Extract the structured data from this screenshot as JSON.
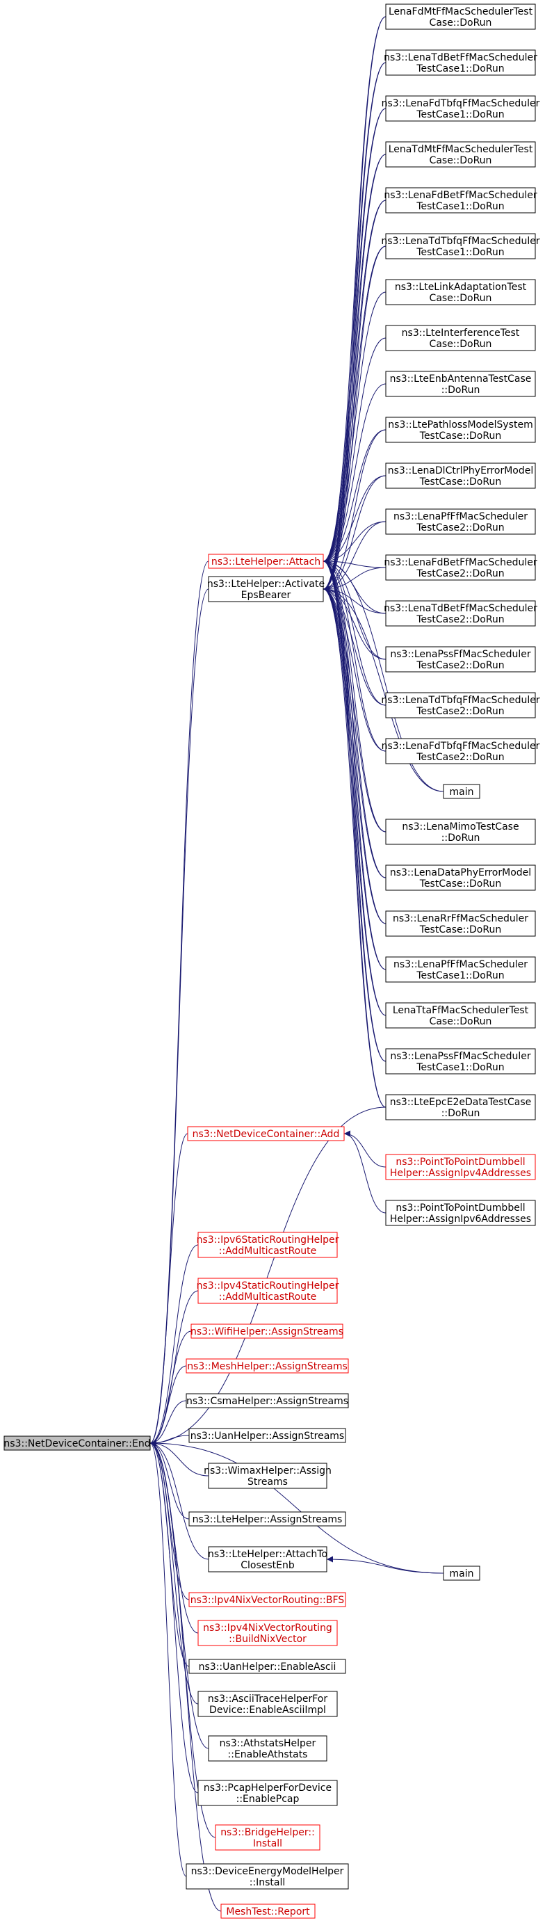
{
  "nodes": [
    {
      "id": "root",
      "lines": [
        "ns3::NetDeviceContainer::End"
      ],
      "kind": "root"
    },
    {
      "id": "attach",
      "lines": [
        "ns3::LteHelper::Attach"
      ],
      "kind": "red"
    },
    {
      "id": "activate",
      "lines": [
        "ns3::LteHelper::Activate",
        "EpsBearer"
      ],
      "kind": "normal"
    },
    {
      "id": "t1",
      "lines": [
        "LenaFdMtFfMacSchedulerTest",
        "Case::DoRun"
      ],
      "kind": "normal"
    },
    {
      "id": "t2",
      "lines": [
        "ns3::LenaTdBetFfMacScheduler",
        "TestCase1::DoRun"
      ],
      "kind": "normal"
    },
    {
      "id": "t3",
      "lines": [
        "ns3::LenaFdTbfqFfMacScheduler",
        "TestCase1::DoRun"
      ],
      "kind": "normal"
    },
    {
      "id": "t4",
      "lines": [
        "LenaTdMtFfMacSchedulerTest",
        "Case::DoRun"
      ],
      "kind": "normal"
    },
    {
      "id": "t5",
      "lines": [
        "ns3::LenaFdBetFfMacScheduler",
        "TestCase1::DoRun"
      ],
      "kind": "normal"
    },
    {
      "id": "t6",
      "lines": [
        "ns3::LenaTdTbfqFfMacScheduler",
        "TestCase1::DoRun"
      ],
      "kind": "normal"
    },
    {
      "id": "t7",
      "lines": [
        "ns3::LteLinkAdaptationTest",
        "Case::DoRun"
      ],
      "kind": "normal"
    },
    {
      "id": "t8",
      "lines": [
        "ns3::LteInterferenceTest",
        "Case::DoRun"
      ],
      "kind": "normal"
    },
    {
      "id": "t9",
      "lines": [
        "ns3::LteEnbAntennaTestCase",
        "::DoRun"
      ],
      "kind": "normal"
    },
    {
      "id": "t10",
      "lines": [
        "ns3::LtePathlossModelSystem",
        "TestCase::DoRun"
      ],
      "kind": "normal"
    },
    {
      "id": "t11",
      "lines": [
        "ns3::LenaDlCtrlPhyErrorModel",
        "TestCase::DoRun"
      ],
      "kind": "normal"
    },
    {
      "id": "t12",
      "lines": [
        "ns3::LenaPfFfMacScheduler",
        "TestCase2::DoRun"
      ],
      "kind": "normal"
    },
    {
      "id": "t13",
      "lines": [
        "ns3::LenaFdBetFfMacScheduler",
        "TestCase2::DoRun"
      ],
      "kind": "normal"
    },
    {
      "id": "t14",
      "lines": [
        "ns3::LenaTdBetFfMacScheduler",
        "TestCase2::DoRun"
      ],
      "kind": "normal"
    },
    {
      "id": "t15",
      "lines": [
        "ns3::LenaPssFfMacScheduler",
        "TestCase2::DoRun"
      ],
      "kind": "normal"
    },
    {
      "id": "t16",
      "lines": [
        "ns3::LenaTdTbfqFfMacScheduler",
        "TestCase2::DoRun"
      ],
      "kind": "normal"
    },
    {
      "id": "t17",
      "lines": [
        "ns3::LenaFdTbfqFfMacScheduler",
        "TestCase2::DoRun"
      ],
      "kind": "normal"
    },
    {
      "id": "main1",
      "lines": [
        "main"
      ],
      "kind": "normal"
    },
    {
      "id": "t18",
      "lines": [
        "ns3::LenaMimoTestCase",
        "::DoRun"
      ],
      "kind": "normal"
    },
    {
      "id": "t19",
      "lines": [
        "ns3::LenaDataPhyErrorModel",
        "TestCase::DoRun"
      ],
      "kind": "normal"
    },
    {
      "id": "t20",
      "lines": [
        "ns3::LenaRrFfMacScheduler",
        "TestCase::DoRun"
      ],
      "kind": "normal"
    },
    {
      "id": "t21",
      "lines": [
        "ns3::LenaPfFfMacScheduler",
        "TestCase1::DoRun"
      ],
      "kind": "normal"
    },
    {
      "id": "t22",
      "lines": [
        "LenaTtaFfMacSchedulerTest",
        "Case::DoRun"
      ],
      "kind": "normal"
    },
    {
      "id": "t23",
      "lines": [
        "ns3::LenaPssFfMacScheduler",
        "TestCase1::DoRun"
      ],
      "kind": "normal"
    },
    {
      "id": "t24",
      "lines": [
        "ns3::LteEpcE2eDataTestCase",
        "::DoRun"
      ],
      "kind": "normal"
    },
    {
      "id": "ndcadd",
      "lines": [
        "ns3::NetDeviceContainer::Add"
      ],
      "kind": "red"
    },
    {
      "id": "p2p4",
      "lines": [
        "ns3::PointToPointDumbbell",
        "Helper::AssignIpv4Addresses"
      ],
      "kind": "red"
    },
    {
      "id": "p2p6",
      "lines": [
        "ns3::PointToPointDumbbell",
        "Helper::AssignIpv6Addresses"
      ],
      "kind": "normal"
    },
    {
      "id": "ipv6s",
      "lines": [
        "ns3::Ipv6StaticRoutingHelper",
        "::AddMulticastRoute"
      ],
      "kind": "red"
    },
    {
      "id": "ipv4s",
      "lines": [
        "ns3::Ipv4StaticRoutingHelper",
        "::AddMulticastRoute"
      ],
      "kind": "red"
    },
    {
      "id": "wifi",
      "lines": [
        "ns3::WifiHelper::AssignStreams"
      ],
      "kind": "red"
    },
    {
      "id": "mesh",
      "lines": [
        "ns3::MeshHelper::AssignStreams"
      ],
      "kind": "red"
    },
    {
      "id": "csma",
      "lines": [
        "ns3::CsmaHelper::AssignStreams"
      ],
      "kind": "normal"
    },
    {
      "id": "uan",
      "lines": [
        "ns3::UanHelper::AssignStreams"
      ],
      "kind": "normal"
    },
    {
      "id": "wimax",
      "lines": [
        "ns3::WimaxHelper::Assign",
        "Streams"
      ],
      "kind": "normal"
    },
    {
      "id": "lteas",
      "lines": [
        "ns3::LteHelper::AssignStreams"
      ],
      "kind": "normal"
    },
    {
      "id": "attachclosest",
      "lines": [
        "ns3::LteHelper::AttachTo",
        "ClosestEnb"
      ],
      "kind": "normal"
    },
    {
      "id": "main2",
      "lines": [
        "main"
      ],
      "kind": "normal"
    },
    {
      "id": "bfs",
      "lines": [
        "ns3::Ipv4NixVectorRouting::BFS"
      ],
      "kind": "red"
    },
    {
      "id": "buildnix",
      "lines": [
        "ns3::Ipv4NixVectorRouting",
        "::BuildNixVector"
      ],
      "kind": "red"
    },
    {
      "id": "uanascii",
      "lines": [
        "ns3::UanHelper::EnableAscii"
      ],
      "kind": "normal"
    },
    {
      "id": "asciitrace",
      "lines": [
        "ns3::AsciiTraceHelperFor",
        "Device::EnableAsciiImpl"
      ],
      "kind": "normal"
    },
    {
      "id": "athstats",
      "lines": [
        "ns3::AthstatsHelper",
        "::EnableAthstats"
      ],
      "kind": "normal"
    },
    {
      "id": "pcap",
      "lines": [
        "ns3::PcapHelperForDevice",
        "::EnablePcap"
      ],
      "kind": "normal"
    },
    {
      "id": "bridge",
      "lines": [
        "ns3::BridgeHelper::",
        "Install"
      ],
      "kind": "red"
    },
    {
      "id": "energy",
      "lines": [
        "ns3::DeviceEnergyModelHelper",
        "::Install"
      ],
      "kind": "normal"
    },
    {
      "id": "meshtest",
      "lines": [
        "MeshTest::Report"
      ],
      "kind": "red"
    }
  ],
  "edges": [
    [
      "root",
      "attach"
    ],
    [
      "root",
      "activate"
    ],
    [
      "root",
      "t24"
    ],
    [
      "root",
      "ndcadd"
    ],
    [
      "root",
      "ipv6s"
    ],
    [
      "root",
      "ipv4s"
    ],
    [
      "root",
      "wifi"
    ],
    [
      "root",
      "mesh"
    ],
    [
      "root",
      "csma"
    ],
    [
      "root",
      "uan"
    ],
    [
      "root",
      "wimax"
    ],
    [
      "root",
      "lteas"
    ],
    [
      "root",
      "attachclosest"
    ],
    [
      "root",
      "main2"
    ],
    [
      "root",
      "bfs"
    ],
    [
      "root",
      "buildnix"
    ],
    [
      "root",
      "uanascii"
    ],
    [
      "root",
      "asciitrace"
    ],
    [
      "root",
      "athstats"
    ],
    [
      "root",
      "pcap"
    ],
    [
      "root",
      "bridge"
    ],
    [
      "root",
      "energy"
    ],
    [
      "root",
      "meshtest"
    ],
    [
      "attach",
      "t1"
    ],
    [
      "attach",
      "t2"
    ],
    [
      "attach",
      "t3"
    ],
    [
      "attach",
      "t4"
    ],
    [
      "attach",
      "t5"
    ],
    [
      "attach",
      "t6"
    ],
    [
      "attach",
      "t7"
    ],
    [
      "attach",
      "t8"
    ],
    [
      "attach",
      "t9"
    ],
    [
      "attach",
      "t10"
    ],
    [
      "attach",
      "t11"
    ],
    [
      "attach",
      "t12"
    ],
    [
      "attach",
      "t13"
    ],
    [
      "attach",
      "t14"
    ],
    [
      "attach",
      "t15"
    ],
    [
      "attach",
      "t16"
    ],
    [
      "attach",
      "t17"
    ],
    [
      "attach",
      "main1"
    ],
    [
      "attach",
      "t18"
    ],
    [
      "attach",
      "t19"
    ],
    [
      "attach",
      "t20"
    ],
    [
      "attach",
      "t21"
    ],
    [
      "attach",
      "t22"
    ],
    [
      "attach",
      "t23"
    ],
    [
      "attach",
      "t24"
    ],
    [
      "activate",
      "t1"
    ],
    [
      "activate",
      "t2"
    ],
    [
      "activate",
      "t3"
    ],
    [
      "activate",
      "t4"
    ],
    [
      "activate",
      "t5"
    ],
    [
      "activate",
      "t6"
    ],
    [
      "activate",
      "t10"
    ],
    [
      "activate",
      "t11"
    ],
    [
      "activate",
      "t12"
    ],
    [
      "activate",
      "t13"
    ],
    [
      "activate",
      "t14"
    ],
    [
      "activate",
      "t15"
    ],
    [
      "activate",
      "t16"
    ],
    [
      "activate",
      "t17"
    ],
    [
      "activate",
      "main1"
    ],
    [
      "activate",
      "t18"
    ],
    [
      "activate",
      "t19"
    ],
    [
      "activate",
      "t20"
    ],
    [
      "activate",
      "t21"
    ],
    [
      "activate",
      "t22"
    ],
    [
      "activate",
      "t23"
    ],
    [
      "activate",
      "t24"
    ],
    [
      "ndcadd",
      "p2p4"
    ],
    [
      "ndcadd",
      "p2p6"
    ],
    [
      "attachclosest",
      "main2"
    ]
  ]
}
